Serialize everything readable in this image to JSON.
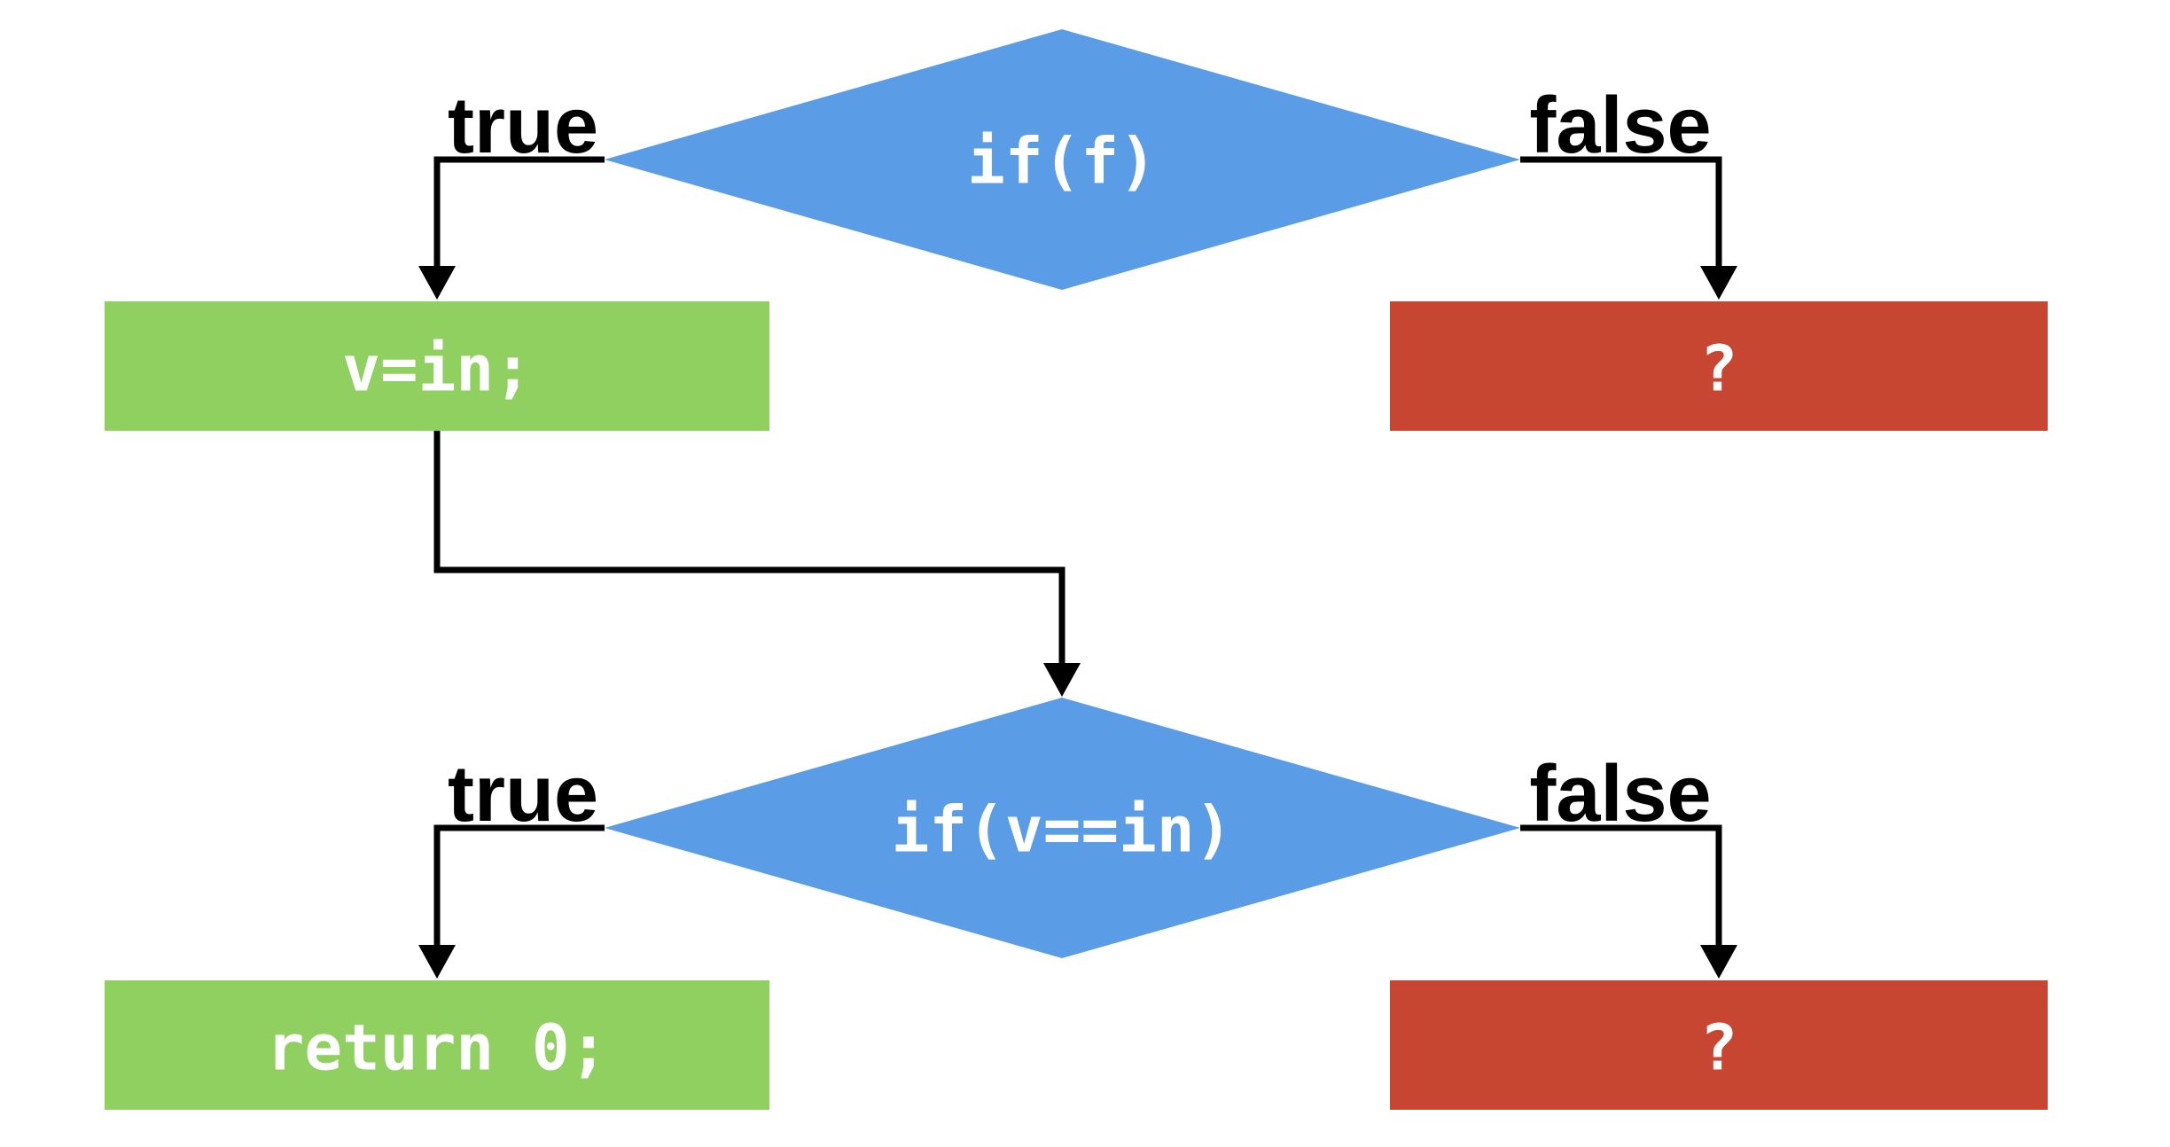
{
  "canvas": {
    "background": "#FFFFFF"
  },
  "colors": {
    "decision_fill": "#5B9CE6",
    "true_branch_fill": "#8FD061",
    "false_branch_fill": "#C64632",
    "connector": "#000000",
    "node_text": "#FFFFFF",
    "branch_label_text": "#000000"
  },
  "flowchart": {
    "decision1": {
      "label": "if(f)",
      "true_label": "true",
      "false_label": "false"
    },
    "true_block1": {
      "label": "v=in;"
    },
    "false_block1": {
      "label": "?"
    },
    "decision2": {
      "label": "if(v==in)",
      "true_label": "true",
      "false_label": "false"
    },
    "true_block2": {
      "label": "return 0;"
    },
    "false_block2": {
      "label": "?"
    }
  }
}
